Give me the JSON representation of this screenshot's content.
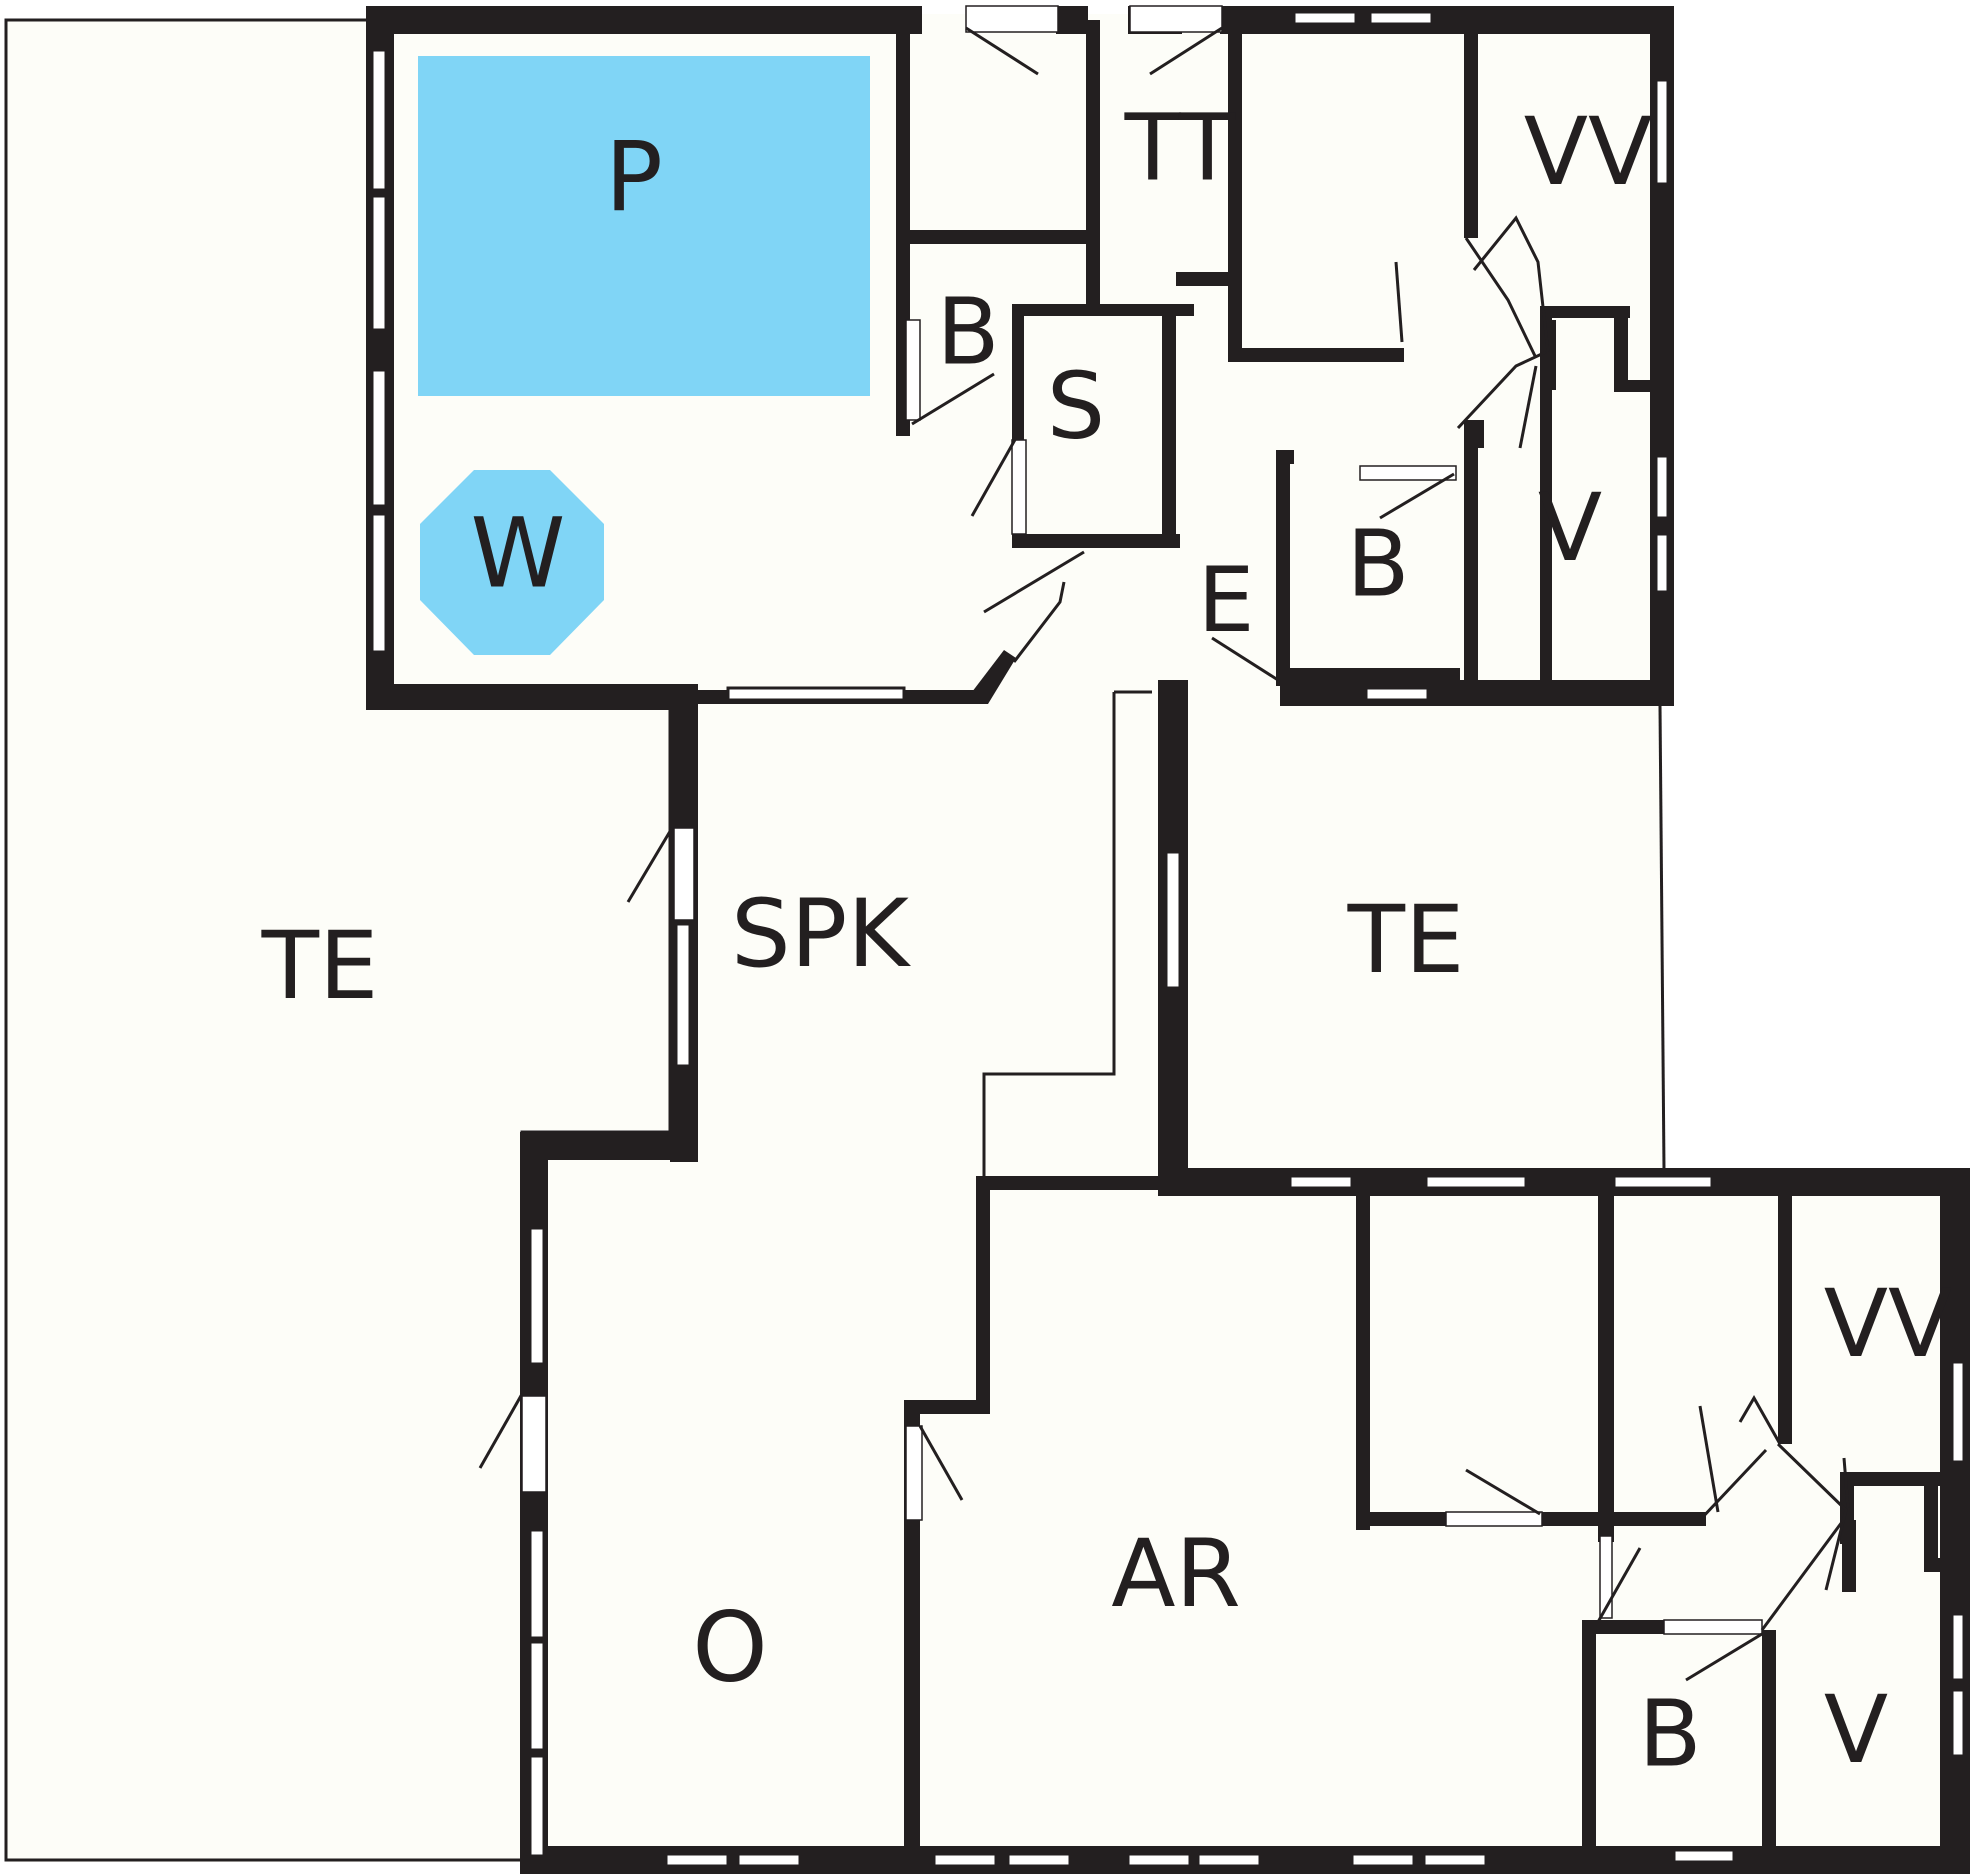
{
  "colors": {
    "background": "#ffffff",
    "floor": "#fdfdf8",
    "wall": "#231f20",
    "water": "#80d5f6"
  },
  "labels": {
    "te_west": "TE",
    "pool": "P",
    "whirlpool": "W",
    "toilet_top": "TT",
    "bath_top": "B",
    "sauna": "S",
    "wardrobe_top": "VV",
    "bedroom_top": "V",
    "bath_mid": "B",
    "entrance": "E",
    "spk": "SPK",
    "te_east": "TE",
    "office": "O",
    "ar": "AR",
    "wardrobe_bottom": "VV",
    "bath_bottom": "B",
    "bedroom_bottom": "V"
  }
}
